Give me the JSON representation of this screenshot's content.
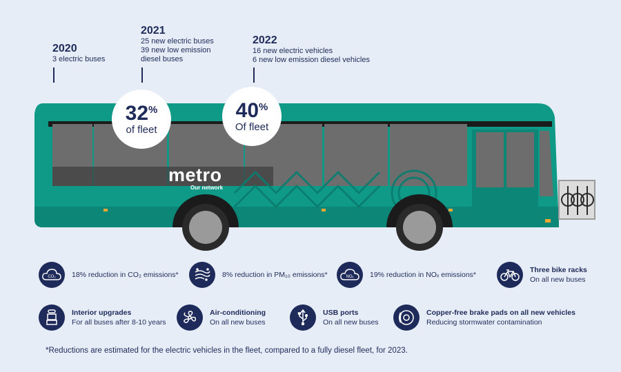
{
  "timeline": [
    {
      "year": "2020",
      "lines": [
        "3 electric buses"
      ]
    },
    {
      "year": "2021",
      "lines": [
        "25 new electric buses",
        "39 new low emission",
        "diesel buses"
      ]
    },
    {
      "year": "2022",
      "lines": [
        "16 new electric vehicles",
        "6 new low emission diesel vehicles"
      ]
    }
  ],
  "badges": [
    {
      "value": "32",
      "unit": "%",
      "label": "of fleet"
    },
    {
      "value": "40",
      "unit": "%",
      "label": "Of fleet"
    }
  ],
  "logo": {
    "name": "metro",
    "tagline": "Our network"
  },
  "emissions": [
    {
      "icon": "co2-cloud-icon",
      "icon_text": "CO₂",
      "text": "18% reduction in CO₂ emissions*"
    },
    {
      "icon": "particles-icon",
      "text": "8% reduction in PM₁₀ emissions*"
    },
    {
      "icon": "nox-cloud-icon",
      "icon_text": "NOₓ",
      "text": "19% reduction in NOₓ emissions*"
    },
    {
      "icon": "bicycle-icon",
      "title": "Three bike racks",
      "subtitle": "On all new buses"
    }
  ],
  "features": [
    {
      "icon": "seat-icon",
      "title": "Interior upgrades",
      "subtitle": "For all buses after 8-10 years"
    },
    {
      "icon": "fan-icon",
      "title": "Air-conditioning",
      "subtitle": "On all new buses"
    },
    {
      "icon": "usb-icon",
      "title": "USB ports",
      "subtitle": "On all new buses"
    },
    {
      "icon": "brake-disc-icon",
      "title": "Copper-free brake pads on all new vehicles",
      "subtitle": "Reducing stormwater contamination"
    }
  ],
  "footnote": "*Reductions are estimated for the electric vehicles in the fleet, compared to a fully diesel fleet, for 2023.",
  "colors": {
    "background": "#e6edf6",
    "navy": "#1e2a5a",
    "bus_teal": "#0f9a88",
    "window_grey": "#6d6d6d"
  }
}
